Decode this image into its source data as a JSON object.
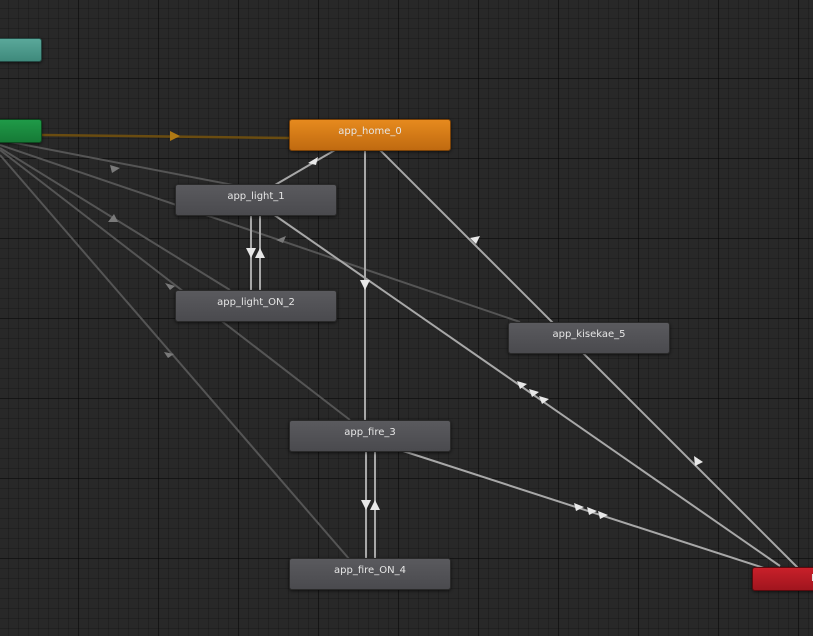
{
  "graph": {
    "nodes": {
      "any_state": {
        "label": ""
      },
      "entry": {
        "label": ""
      },
      "home": {
        "label": "app_home_0"
      },
      "light": {
        "label": "app_light_1"
      },
      "light_on": {
        "label": "app_light_ON_2"
      },
      "fire": {
        "label": "app_fire_3"
      },
      "fire_on": {
        "label": "app_fire_ON_4"
      },
      "kisekae": {
        "label": "app_kisekae_5"
      },
      "exit": {
        "label": "E"
      }
    }
  },
  "colors": {
    "background": "#282828",
    "default_state": "#d97a16",
    "state": "#4f4f53",
    "entry": "#1a8a3e",
    "any_state": "#4a9a8c",
    "exit": "#b81a24",
    "transition": "#a8a8a8",
    "entry_transition": "#8a6414"
  }
}
